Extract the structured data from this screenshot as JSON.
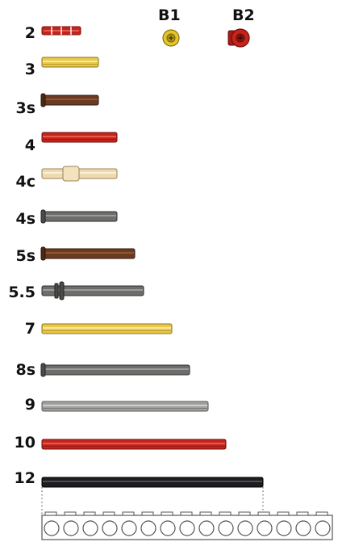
{
  "header": {
    "b1_label": "B1",
    "b2_label": "B2"
  },
  "axles": [
    {
      "label": "2",
      "color": "#c8231b",
      "type": "short-red"
    },
    {
      "label": "3",
      "color": "#e8c94a",
      "type": "plain"
    },
    {
      "label": "3s",
      "color": "#6b3a22",
      "type": "stop"
    },
    {
      "label": "4",
      "color": "#c8231b",
      "type": "plain"
    },
    {
      "label": "4c",
      "color": "#efd9b0",
      "type": "center-stop"
    },
    {
      "label": "4s",
      "color": "#6d6e6c",
      "type": "stop"
    },
    {
      "label": "5s",
      "color": "#6b3a22",
      "type": "stop"
    },
    {
      "label": "5.5",
      "color": "#6d6e6c",
      "type": "stud-stop"
    },
    {
      "label": "7",
      "color": "#e8c94a",
      "type": "plain"
    },
    {
      "label": "8s",
      "color": "#6d6e6c",
      "type": "stop"
    },
    {
      "label": "9",
      "color": "#a0a19f",
      "type": "plain"
    },
    {
      "label": "10",
      "color": "#c8231b",
      "type": "plain"
    },
    {
      "label": "12",
      "color": "#1b1d20",
      "type": "plain"
    }
  ],
  "bushings": [
    {
      "label": "B1",
      "color": "#e4c42a"
    },
    {
      "label": "B2",
      "color": "#c8231b"
    }
  ],
  "beam": {
    "holes": 15,
    "color": "#ffffff"
  }
}
